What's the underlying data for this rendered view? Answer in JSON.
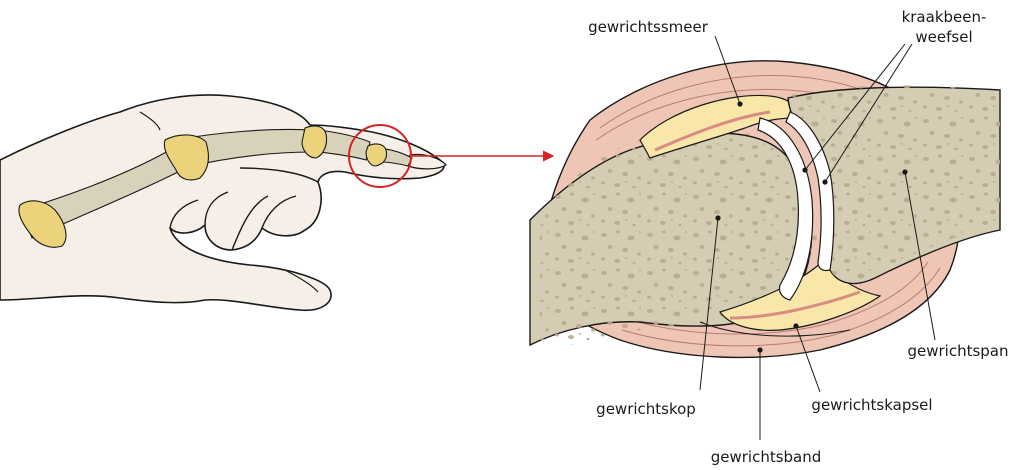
{
  "labels": {
    "synovial_fluid": "gewrichtssmeer",
    "cartilage_line1": "kraakbeen-",
    "cartilage_line2": "weefsel",
    "joint_space": "gewrichtspan",
    "joint_head": "gewrichtskop",
    "joint_capsule": "gewrichtskapsel",
    "ligament": "gewrichtsband"
  },
  "colors": {
    "skin": "#f6efe8",
    "outline": "#1a1a1a",
    "bone": "#d9d2bb",
    "bone_dark": "#cfc6a8",
    "joint_yellow": "#ecd27a",
    "capsule_pink": "#efc5b6",
    "capsule_dark": "#d98d80",
    "synovial": "#f8e7a8",
    "cartilage": "#ffffff",
    "highlight_red": "#d32424"
  },
  "icons": {
    "arrow": "red-arrow-icon",
    "magnifier_circle": "zoom-circle-icon"
  }
}
